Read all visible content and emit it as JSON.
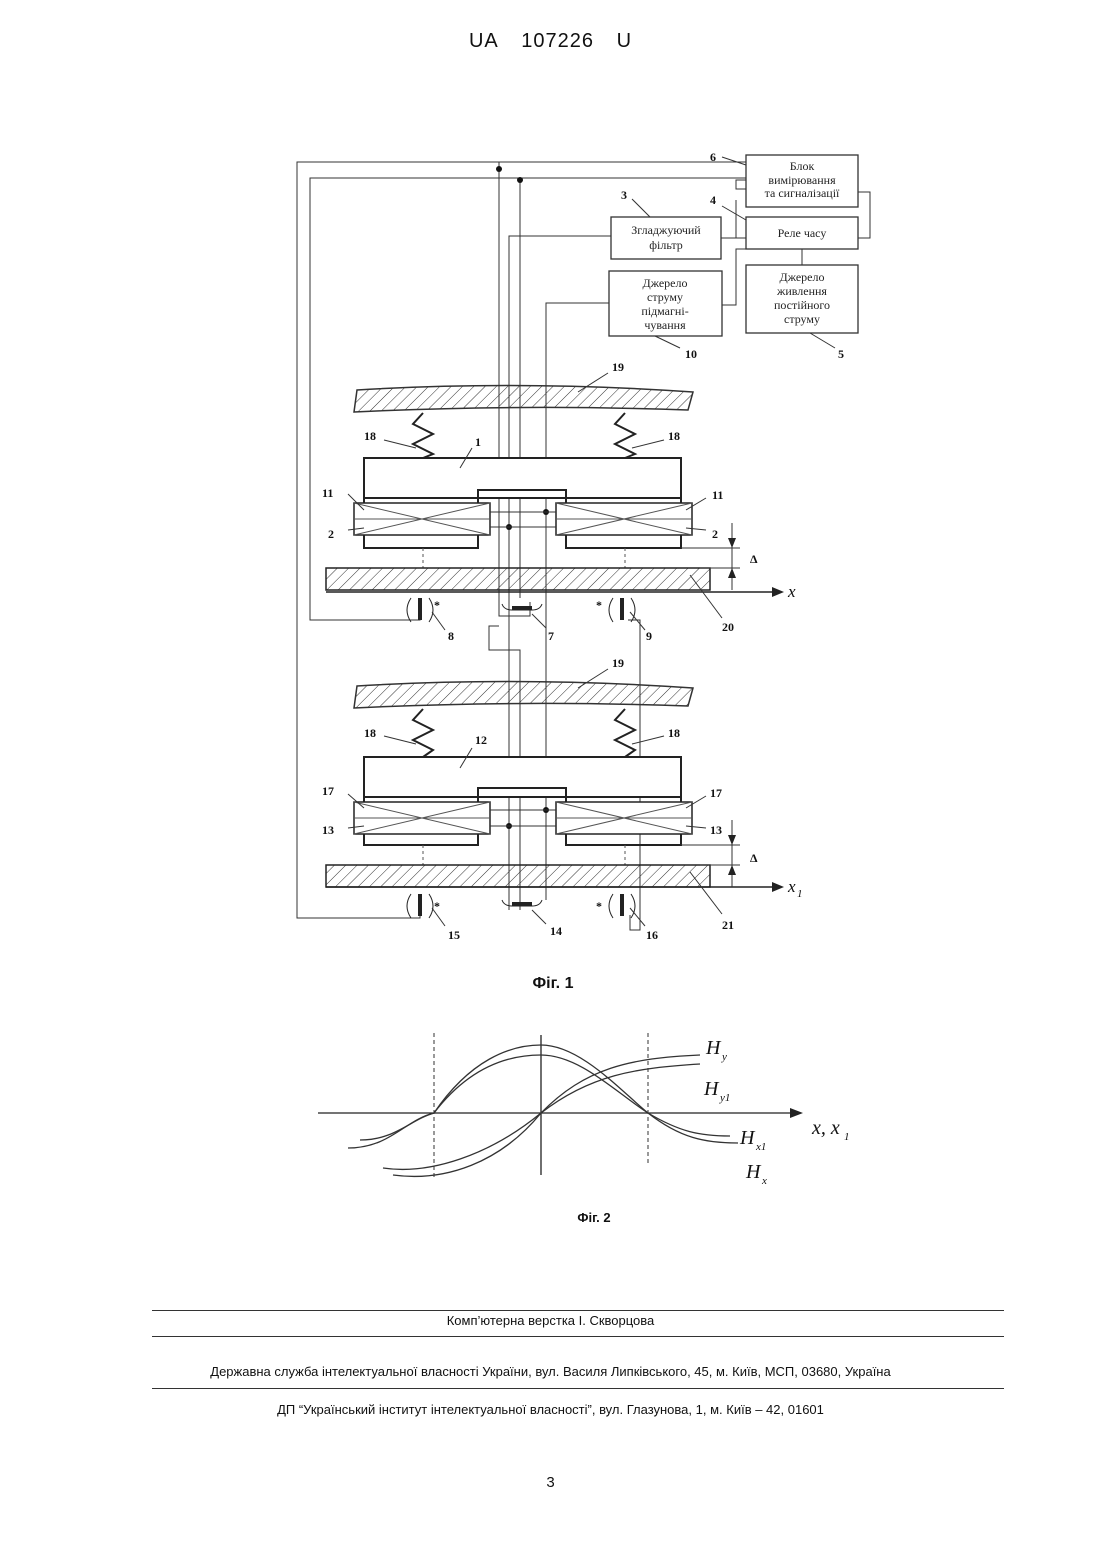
{
  "header": {
    "country": "UA",
    "number": "107226",
    "kind": "U"
  },
  "figure1": {
    "caption": "Фіг. 1",
    "blocks": {
      "measure": [
        "Блок",
        "вимірювання",
        "та сигналізації"
      ],
      "filter": [
        "Згладжуючий",
        "фільтр"
      ],
      "relay": [
        "Реле часу"
      ],
      "bias": [
        "Джерело",
        "струму",
        "підмагні-",
        "чування"
      ],
      "power": [
        "Джерело",
        "живлення",
        "постійного",
        "струму"
      ]
    },
    "labels": {
      "n1": "1",
      "n2": "2",
      "n3": "3",
      "n4": "4",
      "n5": "5",
      "n6": "6",
      "n7": "7",
      "n8": "8",
      "n9": "9",
      "n10": "10",
      "n11": "11",
      "n12": "12",
      "n13": "13",
      "n14": "14",
      "n15": "15",
      "n16": "16",
      "n17": "17",
      "n18": "18",
      "n19": "19",
      "n20": "20",
      "n21": "21",
      "delta": "Δ",
      "star": "*",
      "x": "x",
      "x1": "x",
      "x1sub": "1"
    }
  },
  "figure2": {
    "caption": "Фіг. 2",
    "axis_label": "x,  x",
    "axis_sub": "1",
    "curves": [
      {
        "name": "H",
        "sub": "y"
      },
      {
        "name": "H",
        "sub": "y1"
      },
      {
        "name": "H",
        "sub": "x1"
      },
      {
        "name": "H",
        "sub": "x"
      }
    ]
  },
  "footer": {
    "layout_credit": "Комп’ютерна верстка І. Скворцова",
    "service": "Державна служба інтелектуальної власності України, вул. Василя Липківського, 45, м. Київ, МСП, 03680, Україна",
    "institute": "ДП “Український інститут інтелектуальної власності”, вул. Глазунова, 1, м. Київ – 42, 01601",
    "page_number": "3"
  }
}
